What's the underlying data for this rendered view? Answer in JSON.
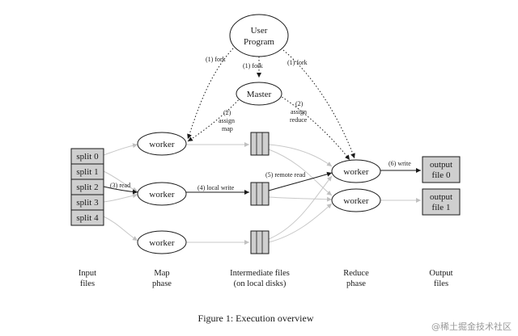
{
  "nodes": {
    "user_program": [
      "User",
      "Program"
    ],
    "master": "Master",
    "worker": "worker",
    "output_files": [
      [
        "output",
        "file 0"
      ],
      [
        "output",
        "file 1"
      ]
    ]
  },
  "splits": [
    "split 0",
    "split 1",
    "split 2",
    "split 3",
    "split 4"
  ],
  "edge_labels": {
    "fork_left": "(1) fork",
    "fork_center": "(1) fork",
    "fork_right": "(1) fork",
    "assign_map": [
      "(2)",
      "assign",
      "map"
    ],
    "assign_reduce": [
      "(2)",
      "assign",
      "reduce"
    ],
    "read": "(3) read",
    "local_write": "(4) local write",
    "remote_read": "(5) remote read",
    "write": "(6) write"
  },
  "column_labels": {
    "input": [
      "Input",
      "files"
    ],
    "map": [
      "Map",
      "phase"
    ],
    "intermediate": [
      "Intermediate files",
      "(on local disks)"
    ],
    "reduce": [
      "Reduce",
      "phase"
    ],
    "output": [
      "Output",
      "files"
    ]
  },
  "caption": "Figure 1: Execution overview",
  "watermark": "@稀土掘金技术社区",
  "colors": {
    "ink": "#1a1a1a",
    "box_fill": "#cfcfcf",
    "faint_line": "#c8c8c8"
  }
}
